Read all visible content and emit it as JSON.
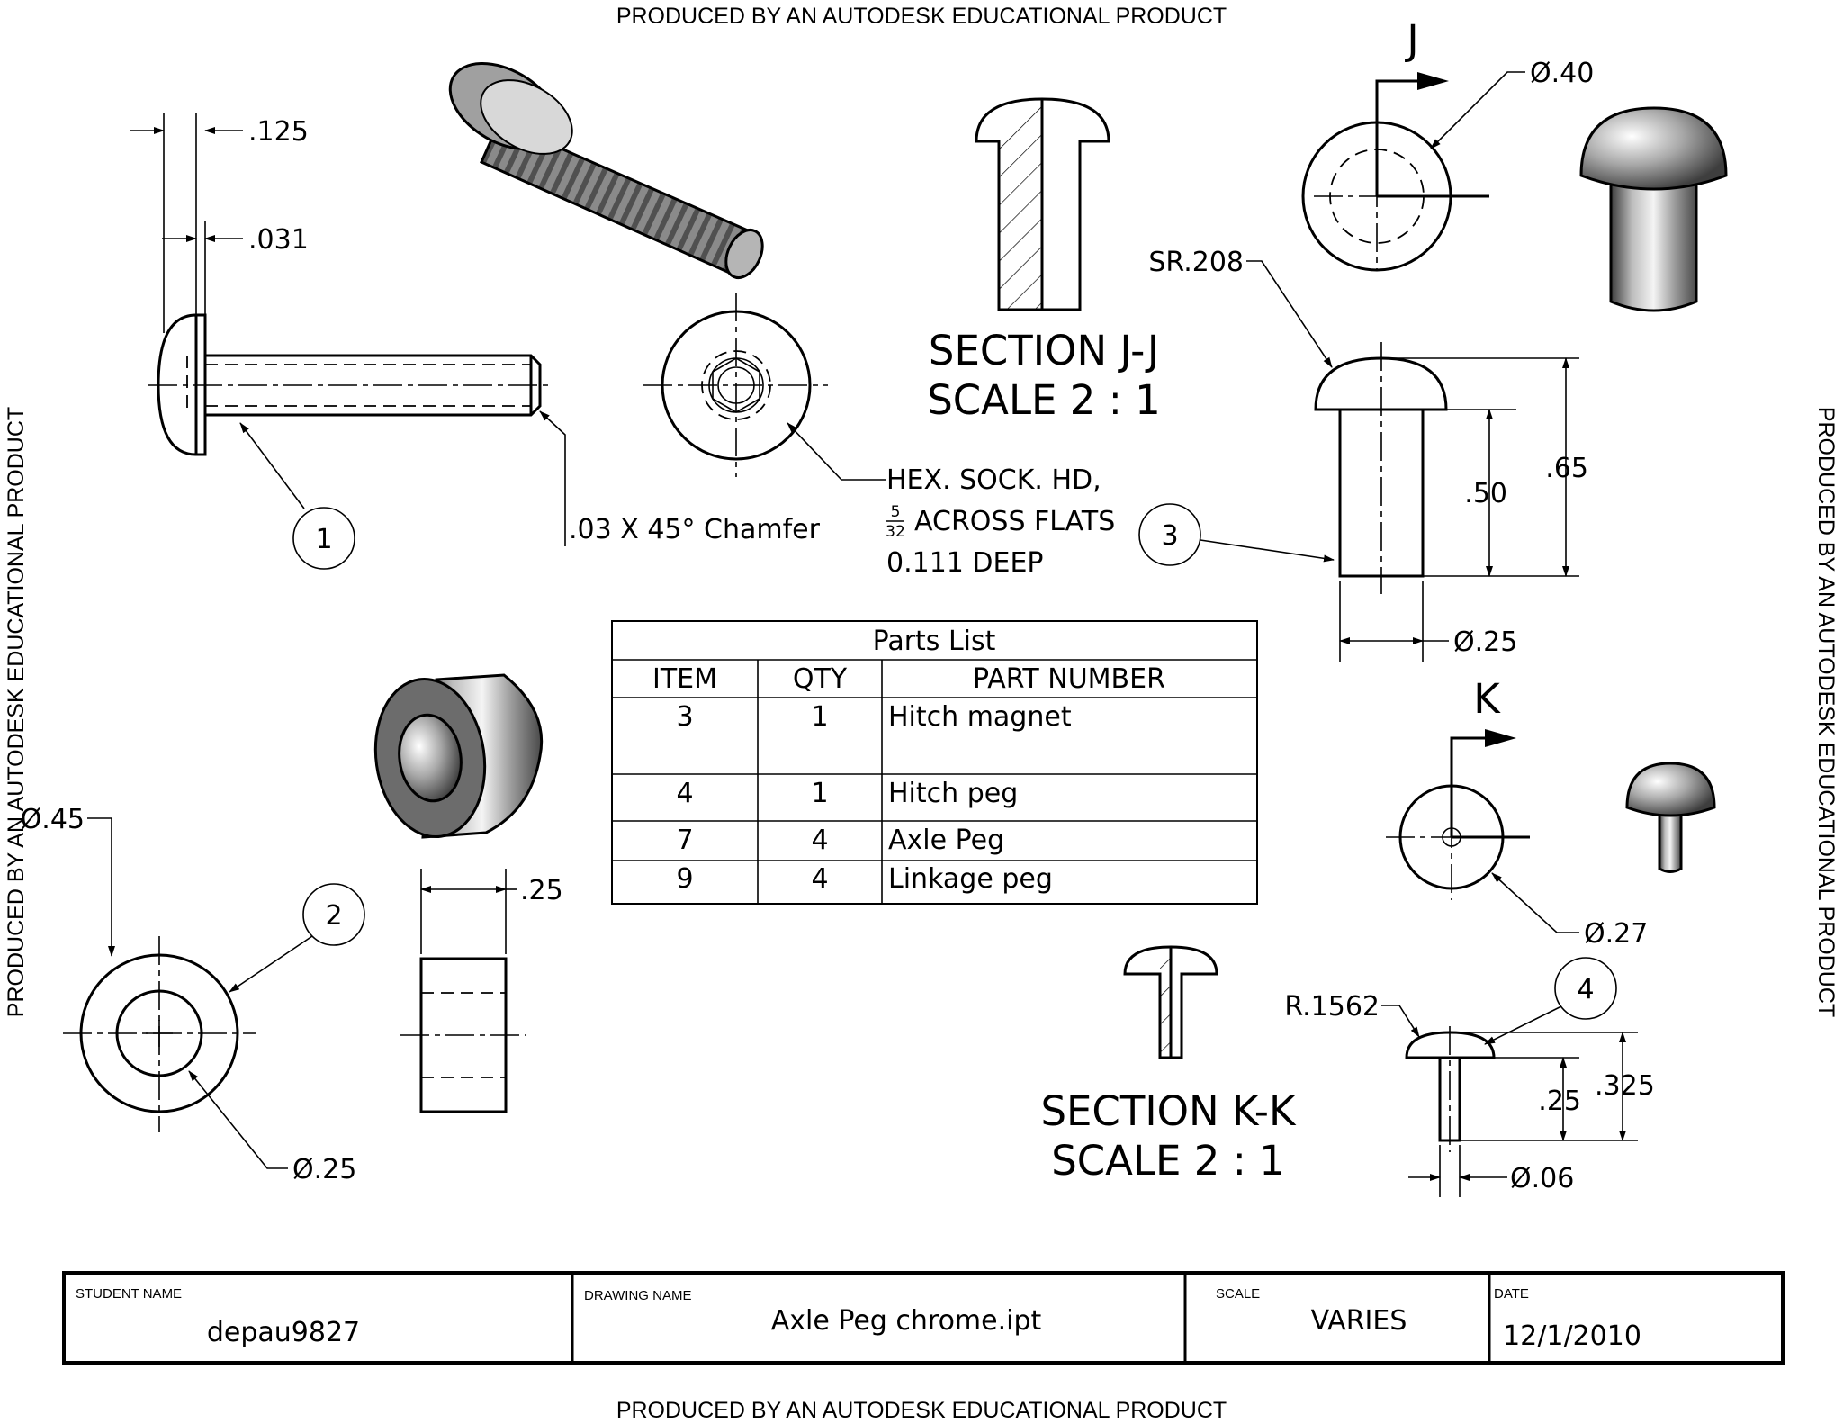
{
  "watermark": "PRODUCED BY AN AUTODESK EDUCATIONAL PRODUCT",
  "views": {
    "section_jj": {
      "title": "SECTION J-J",
      "scale": "SCALE 2 : 1"
    },
    "section_kk": {
      "title": "SECTION K-K",
      "scale": "SCALE 2 : 1"
    },
    "cut_label_j": "J",
    "cut_label_k": "K"
  },
  "dimensions": {
    "screw_head_thickness": ".125",
    "screw_head_step": ".031",
    "chamfer": ".03 X 45° Chamfer",
    "hex_socket_line1": "HEX. SOCK. HD,",
    "hex_socket_frac_num": "5",
    "hex_socket_frac_den": "32",
    "hex_socket_line2": "ACROSS FLATS",
    "hex_socket_line3": "0.111 DEEP",
    "hitch_head_dia": "Ø.40",
    "hitch_sphere_radius": "SR.208",
    "hitch_shank_length": ".50",
    "hitch_total_length": ".65",
    "hitch_shank_dia": "Ø.25",
    "spacer_outer_dia": "Ø.45",
    "spacer_inner_dia": "Ø.25",
    "spacer_width": ".25",
    "peg_head_dia": "Ø.27",
    "peg_head_radius": "R.1562",
    "peg_shank_length": ".25",
    "peg_total_length": ".325",
    "peg_shank_dia": "Ø.06"
  },
  "balloons": [
    "1",
    "2",
    "3",
    "4"
  ],
  "parts_list": {
    "title": "Parts List",
    "headers": [
      "ITEM",
      "QTY",
      "PART NUMBER"
    ],
    "rows": [
      {
        "item": "3",
        "qty": "1",
        "part": "Hitch magnet"
      },
      {
        "item": "4",
        "qty": "1",
        "part": "Hitch peg"
      },
      {
        "item": "7",
        "qty": "4",
        "part": "Axle Peg"
      },
      {
        "item": "9",
        "qty": "4",
        "part": "Linkage peg"
      }
    ]
  },
  "title_block": {
    "student_label": "STUDENT NAME",
    "student": "depau9827",
    "drawing_label": "DRAWING NAME",
    "drawing": "Axle Peg chrome.ipt",
    "scale_label": "SCALE",
    "scale": "VARIES",
    "date_label": "DATE",
    "date": "12/1/2010"
  }
}
